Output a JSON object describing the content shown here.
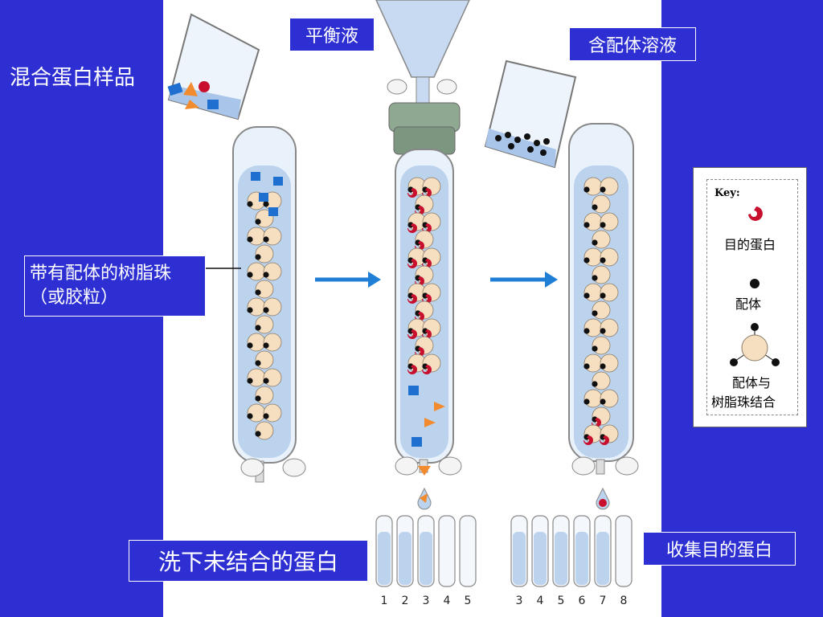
{
  "labels": {
    "mixed_sample": "混合蛋白样品",
    "equilibration": "平衡液",
    "ligand_solution": "含配体溶液",
    "resin_beads": "带有配体的树脂珠（或胶粒）",
    "wash_unbound": "洗下未结合的蛋白",
    "collect_target": "收集目的蛋白"
  },
  "key": {
    "title": "Key:",
    "target_protein": "目的蛋白",
    "ligand": "配体",
    "bound_line1": "配体与",
    "bound_line2": "树脂珠结合"
  },
  "tubes_left": [
    "1",
    "2",
    "3",
    "4",
    "5"
  ],
  "tubes_right": [
    "3",
    "4",
    "5",
    "6",
    "7",
    "8"
  ],
  "colors": {
    "background": "#2d2fd2",
    "bead": "#f6dfc0",
    "ligand": "#111111",
    "target": "#c8102e",
    "arrow": "#1f7fd6",
    "liquid": "#bcd3ee"
  }
}
